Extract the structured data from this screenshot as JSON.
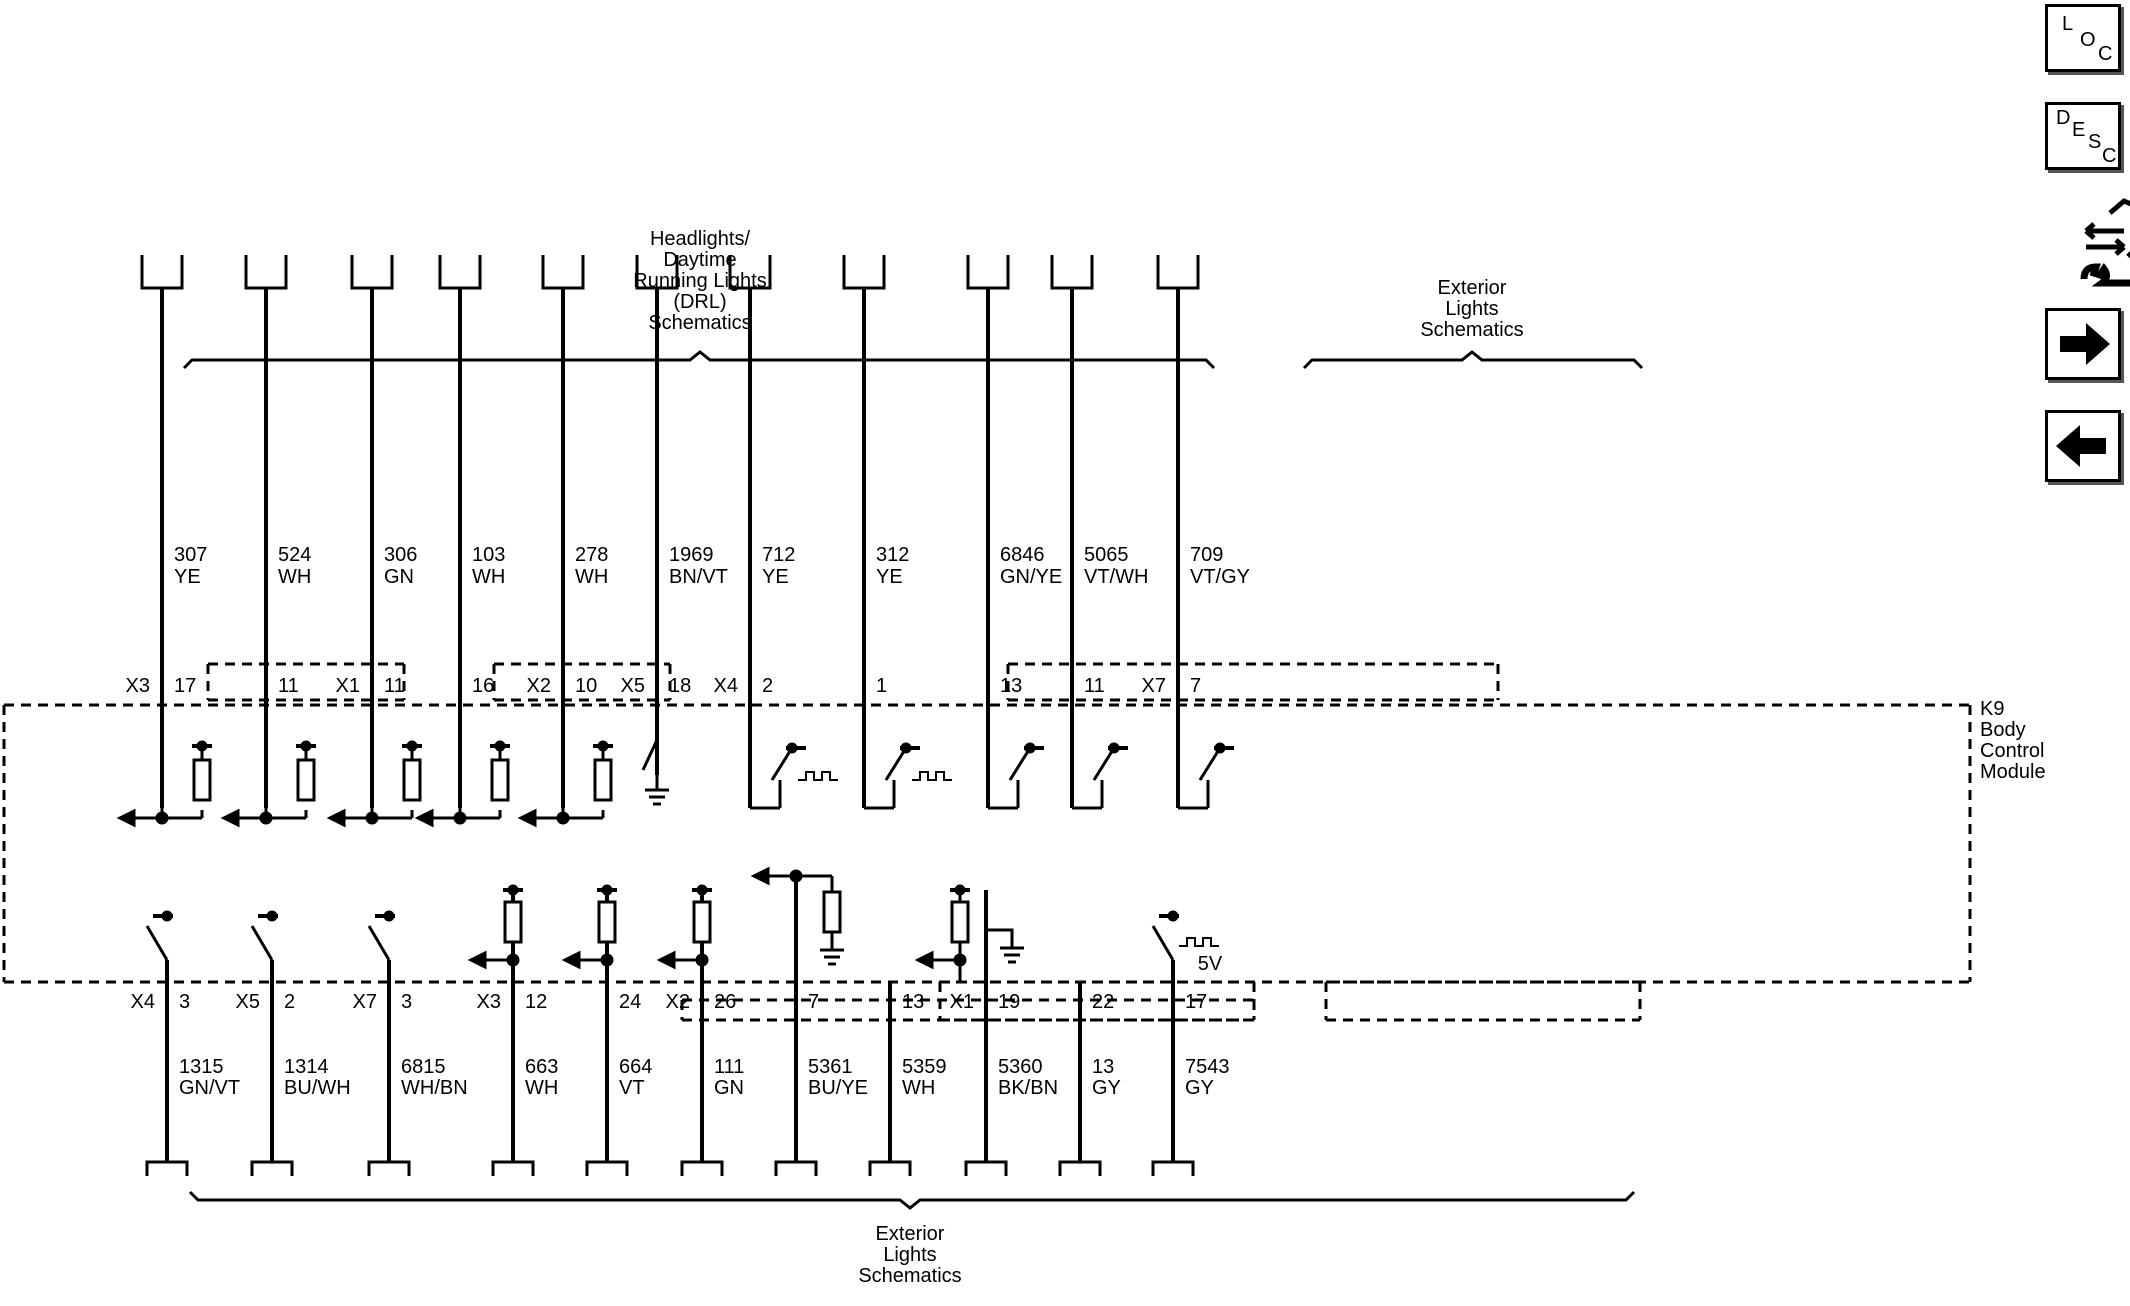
{
  "nav": {
    "loc": {
      "l": "L",
      "o": "O",
      "c": "C"
    },
    "desc": {
      "d": "D",
      "e": "E",
      "s": "S",
      "c": "C"
    }
  },
  "headers": {
    "headlights": [
      "Headlights/",
      "Daytime",
      "Running Lights",
      "(DRL)",
      "Schematics"
    ],
    "exterior_top": [
      "Exterior",
      "Lights",
      "Schematics"
    ],
    "exterior_bottom": [
      "Exterior",
      "Lights",
      "Schematics"
    ]
  },
  "module": [
    "K9",
    "Body",
    "Control",
    "Module"
  ],
  "five_volt": "5V",
  "top_wires": [
    {
      "circuit": "307",
      "color": "YE",
      "conn": "X3",
      "pin": "17",
      "type": "pullup"
    },
    {
      "circuit": "524",
      "color": "WH",
      "conn": "",
      "pin": "11",
      "type": "pullup"
    },
    {
      "circuit": "306",
      "color": "GN",
      "conn": "X1",
      "pin": "11",
      "type": "pullup"
    },
    {
      "circuit": "103",
      "color": "WH",
      "conn": "",
      "pin": "16",
      "type": "pullup"
    },
    {
      "circuit": "278",
      "color": "WH",
      "conn": "X2",
      "pin": "10",
      "type": "pullup"
    },
    {
      "circuit": "1969",
      "color": "BN/VT",
      "conn": "X5",
      "pin": "18",
      "type": "ground"
    },
    {
      "circuit": "712",
      "color": "YE",
      "conn": "X4",
      "pin": "2",
      "type": "pwm"
    },
    {
      "circuit": "312",
      "color": "YE",
      "conn": "",
      "pin": "1",
      "type": "pwm"
    },
    {
      "circuit": "6846",
      "color": "GN/YE",
      "conn": "",
      "pin": "13",
      "type": "switch"
    },
    {
      "circuit": "5065",
      "color": "VT/WH",
      "conn": "",
      "pin": "11",
      "type": "switch"
    },
    {
      "circuit": "709",
      "color": "VT/GY",
      "conn": "X7",
      "pin": "7",
      "type": "switch"
    }
  ],
  "bottom_wires": [
    {
      "circuit": "1315",
      "color": "GN/VT",
      "conn": "X4",
      "pin": "3",
      "type": "switch"
    },
    {
      "circuit": "1314",
      "color": "BU/WH",
      "conn": "X5",
      "pin": "2",
      "type": "switch"
    },
    {
      "circuit": "6815",
      "color": "WH/BN",
      "conn": "X7",
      "pin": "3",
      "type": "switch"
    },
    {
      "circuit": "663",
      "color": "WH",
      "conn": "X3",
      "pin": "12",
      "type": "pullup"
    },
    {
      "circuit": "664",
      "color": "VT",
      "conn": "",
      "pin": "24",
      "type": "pullup"
    },
    {
      "circuit": "111",
      "color": "GN",
      "conn": "X2",
      "pin": "26",
      "type": "pullup"
    },
    {
      "circuit": "5361",
      "color": "BU/YE",
      "conn": "",
      "pin": "7",
      "type": "groundres"
    },
    {
      "circuit": "5359",
      "color": "WH",
      "conn": "",
      "pin": "13",
      "type": "fivevolt"
    },
    {
      "circuit": "5360",
      "color": "BK/BN",
      "conn": "X1",
      "pin": "19",
      "type": "pullgnd"
    },
    {
      "circuit": "13",
      "color": "GY",
      "conn": "",
      "pin": "22",
      "type": "none"
    },
    {
      "circuit": "7543",
      "color": "GY",
      "conn": "",
      "pin": "17",
      "type": "pwm"
    }
  ]
}
